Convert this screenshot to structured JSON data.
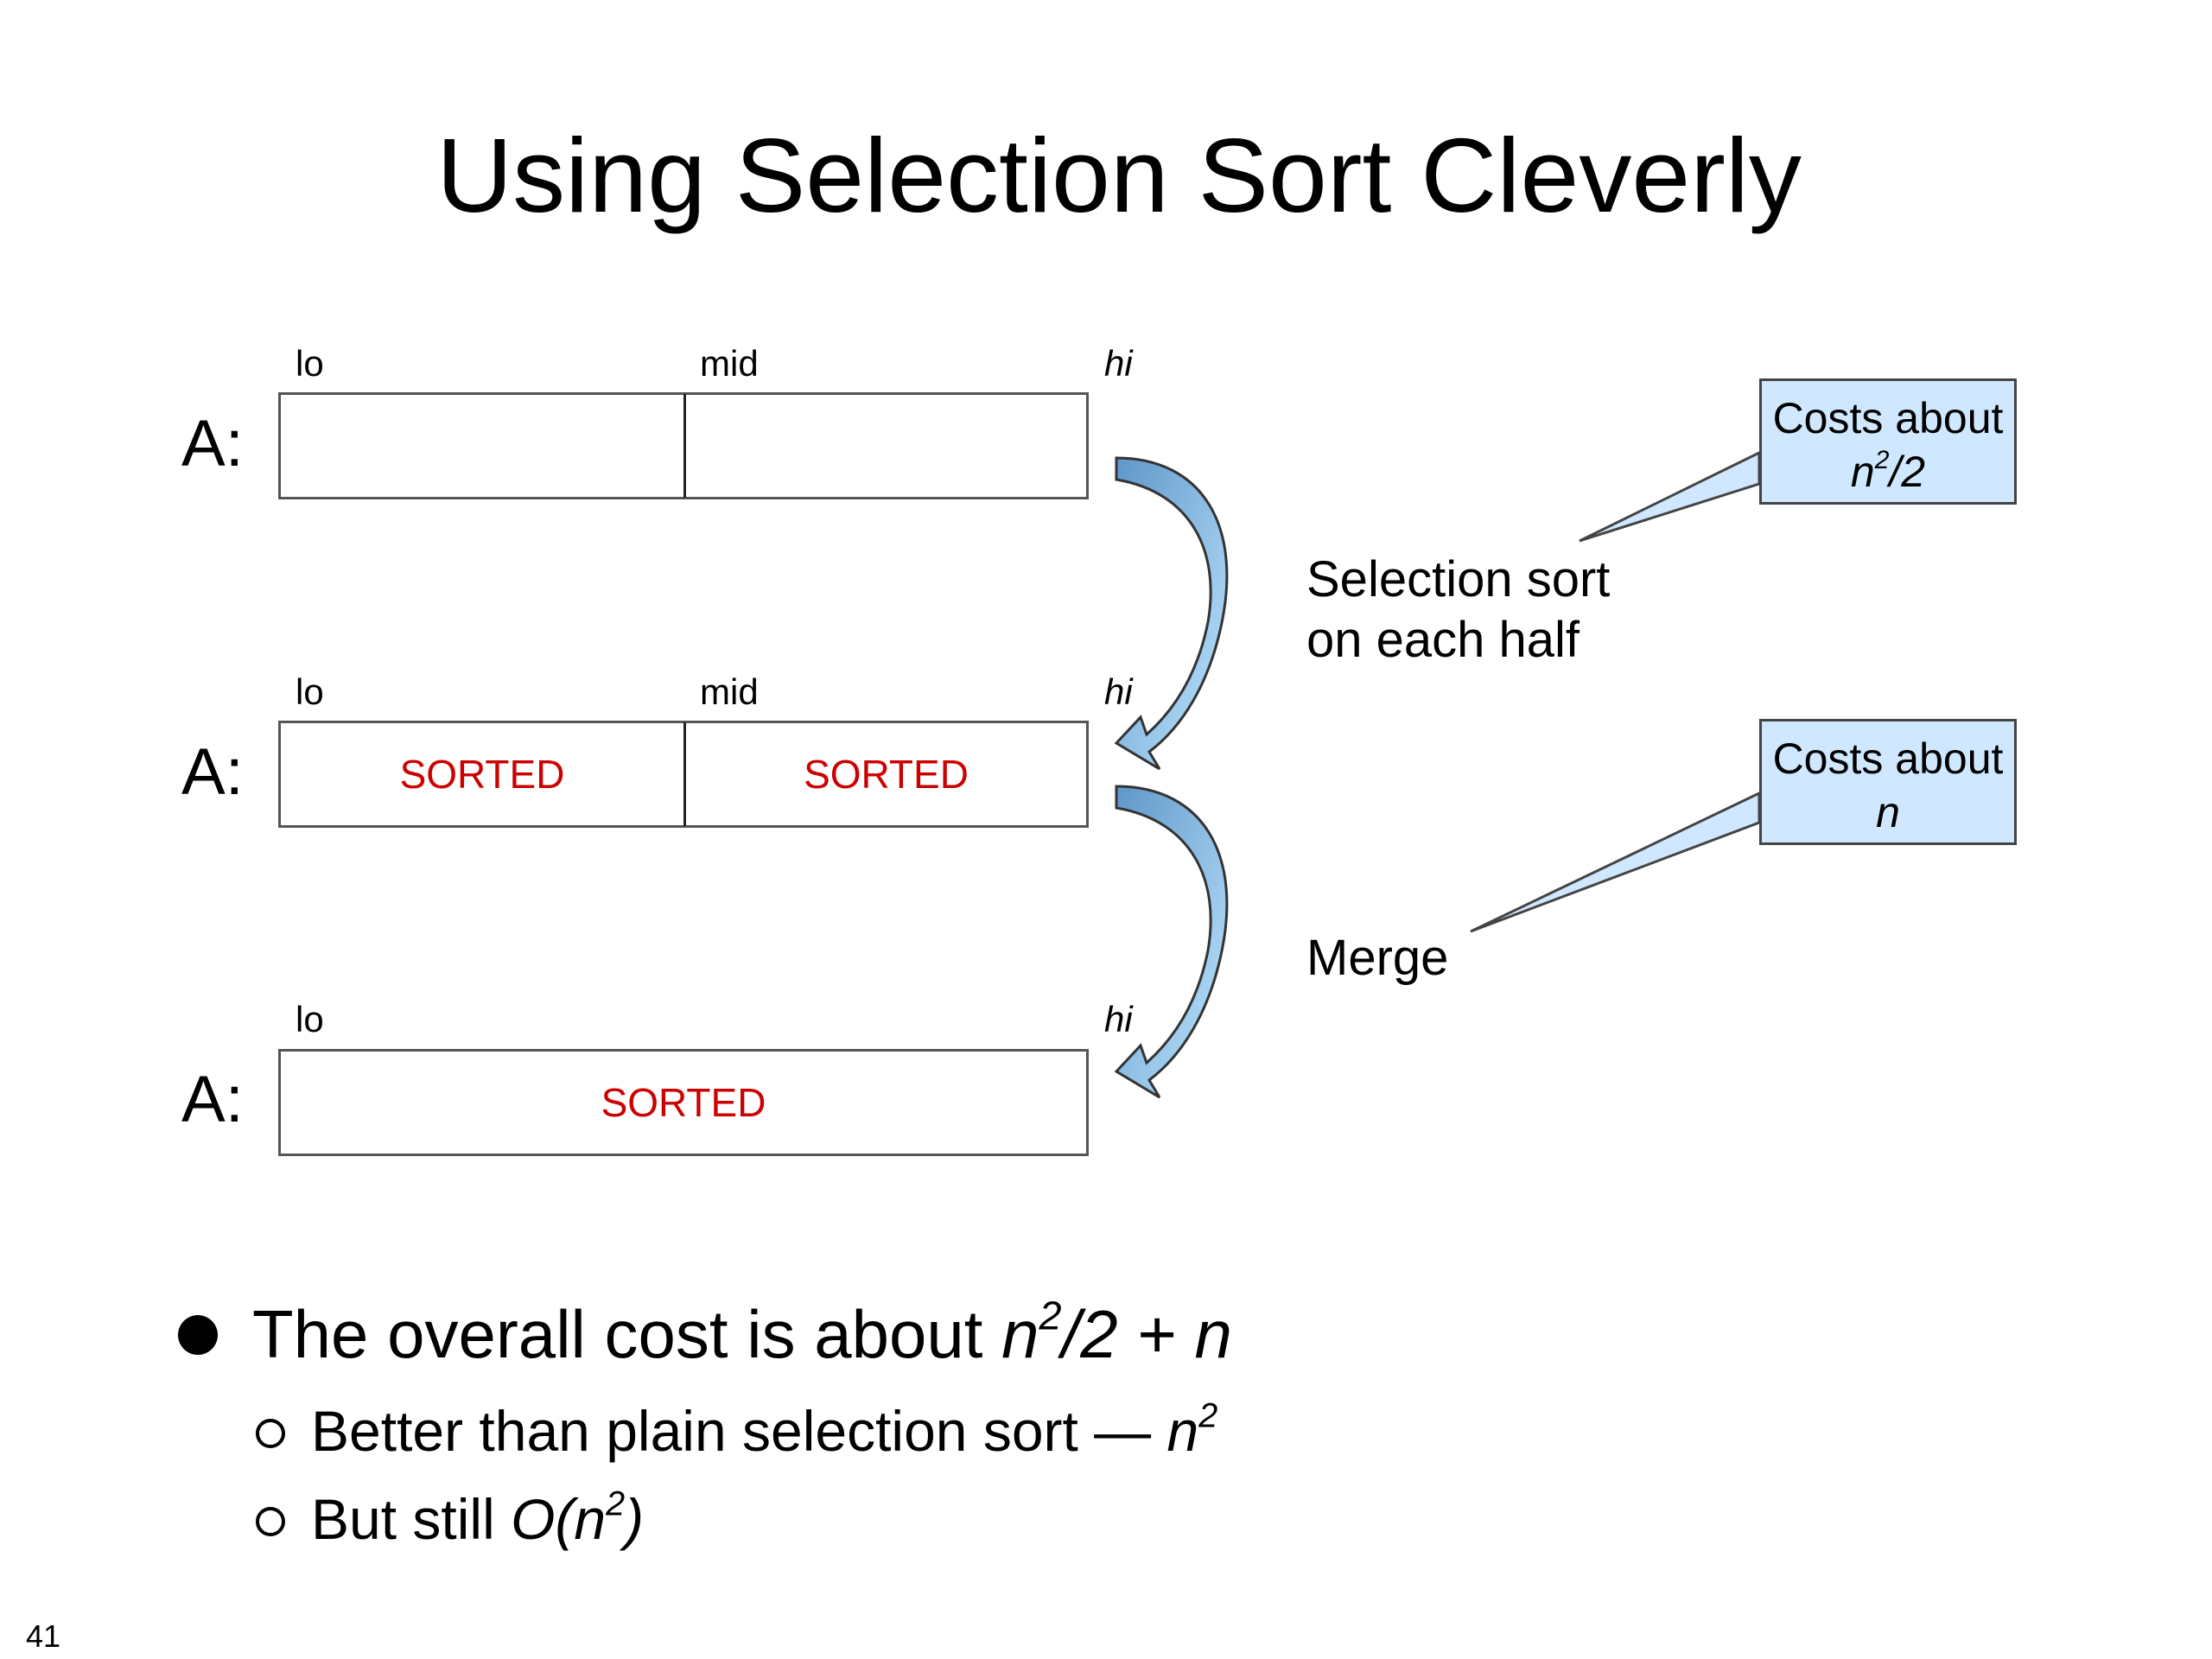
{
  "slide": {
    "title": "Using Selection Sort Cleverly",
    "page_number": "41"
  },
  "rows": [
    {
      "array_label": "A:",
      "lo": "lo",
      "mid": "mid",
      "hi": "hi",
      "left_text": "",
      "right_text": ""
    },
    {
      "array_label": "A:",
      "lo": "lo",
      "mid": "mid",
      "hi": "hi",
      "left_text": "SORTED",
      "right_text": "SORTED"
    },
    {
      "array_label": "A:",
      "lo": "lo",
      "hi": "hi",
      "full_text": "SORTED"
    }
  ],
  "steps": {
    "selection_line1": "Selection sort",
    "selection_line2": "on each half",
    "merge": "Merge"
  },
  "callouts": {
    "first": {
      "line1": "Costs about",
      "math_n": "n",
      "math_exp": "2",
      "math_rest": "/2"
    },
    "second": {
      "line1": "Costs about",
      "math_n": "n"
    }
  },
  "bullets": {
    "main": {
      "text": "The overall cost is about ",
      "math_n": "n",
      "math_exp": "2",
      "math_rest": "/2 + n"
    },
    "sub1": {
      "text": "Better than plain selection sort — ",
      "math_n": "n",
      "math_exp": "2"
    },
    "sub2": {
      "text": "But still ",
      "math_pre": "O(n",
      "math_exp": "2",
      "math_post": ")"
    }
  },
  "colors": {
    "sorted_text": "#cc0000",
    "callout_fill": "#cfe8ff",
    "arrow_fill": "#8fc6ee"
  }
}
